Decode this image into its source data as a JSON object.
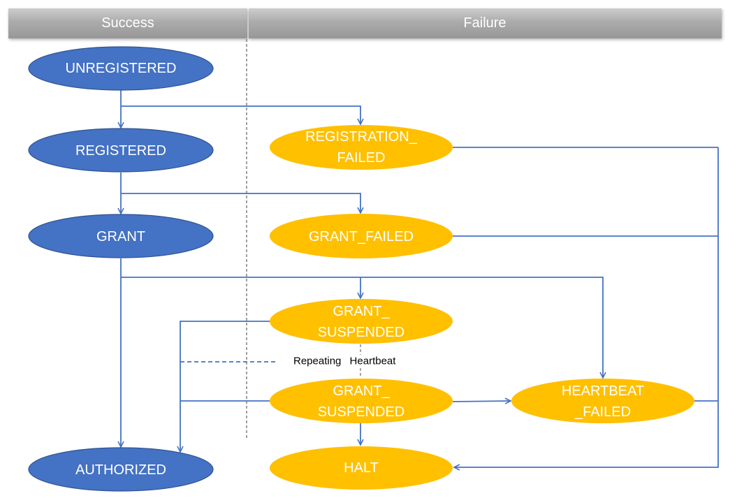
{
  "header": {
    "success": "Success",
    "failure": "Failure"
  },
  "states": {
    "unregistered": {
      "lines": [
        "UNREGISTERED"
      ]
    },
    "registered": {
      "lines": [
        "REGISTERED"
      ]
    },
    "grant": {
      "lines": [
        "GRANT"
      ]
    },
    "authorized": {
      "lines": [
        "AUTHORIZED"
      ]
    },
    "registration_failed": {
      "lines": [
        "REGISTRATION_",
        "FAILED"
      ]
    },
    "grant_failed": {
      "lines": [
        "GRANT_FAILED"
      ]
    },
    "grant_suspended_upper": {
      "lines": [
        "GRANT_",
        "SUSPENDED"
      ]
    },
    "grant_suspended_lower": {
      "lines": [
        "GRANT_",
        "SUSPENDED"
      ]
    },
    "heartbeat_failed": {
      "lines": [
        "HEARTBEAT",
        "_FAILED"
      ]
    },
    "halt": {
      "lines": [
        "HALT"
      ]
    }
  },
  "annotation": {
    "repeating_heartbeat": "Repeating Heartbeat"
  },
  "colors": {
    "success_state": "#4472C4",
    "failure_state": "#FFC000",
    "connector": "#4472C4",
    "state_label": "#FFFFFF"
  }
}
